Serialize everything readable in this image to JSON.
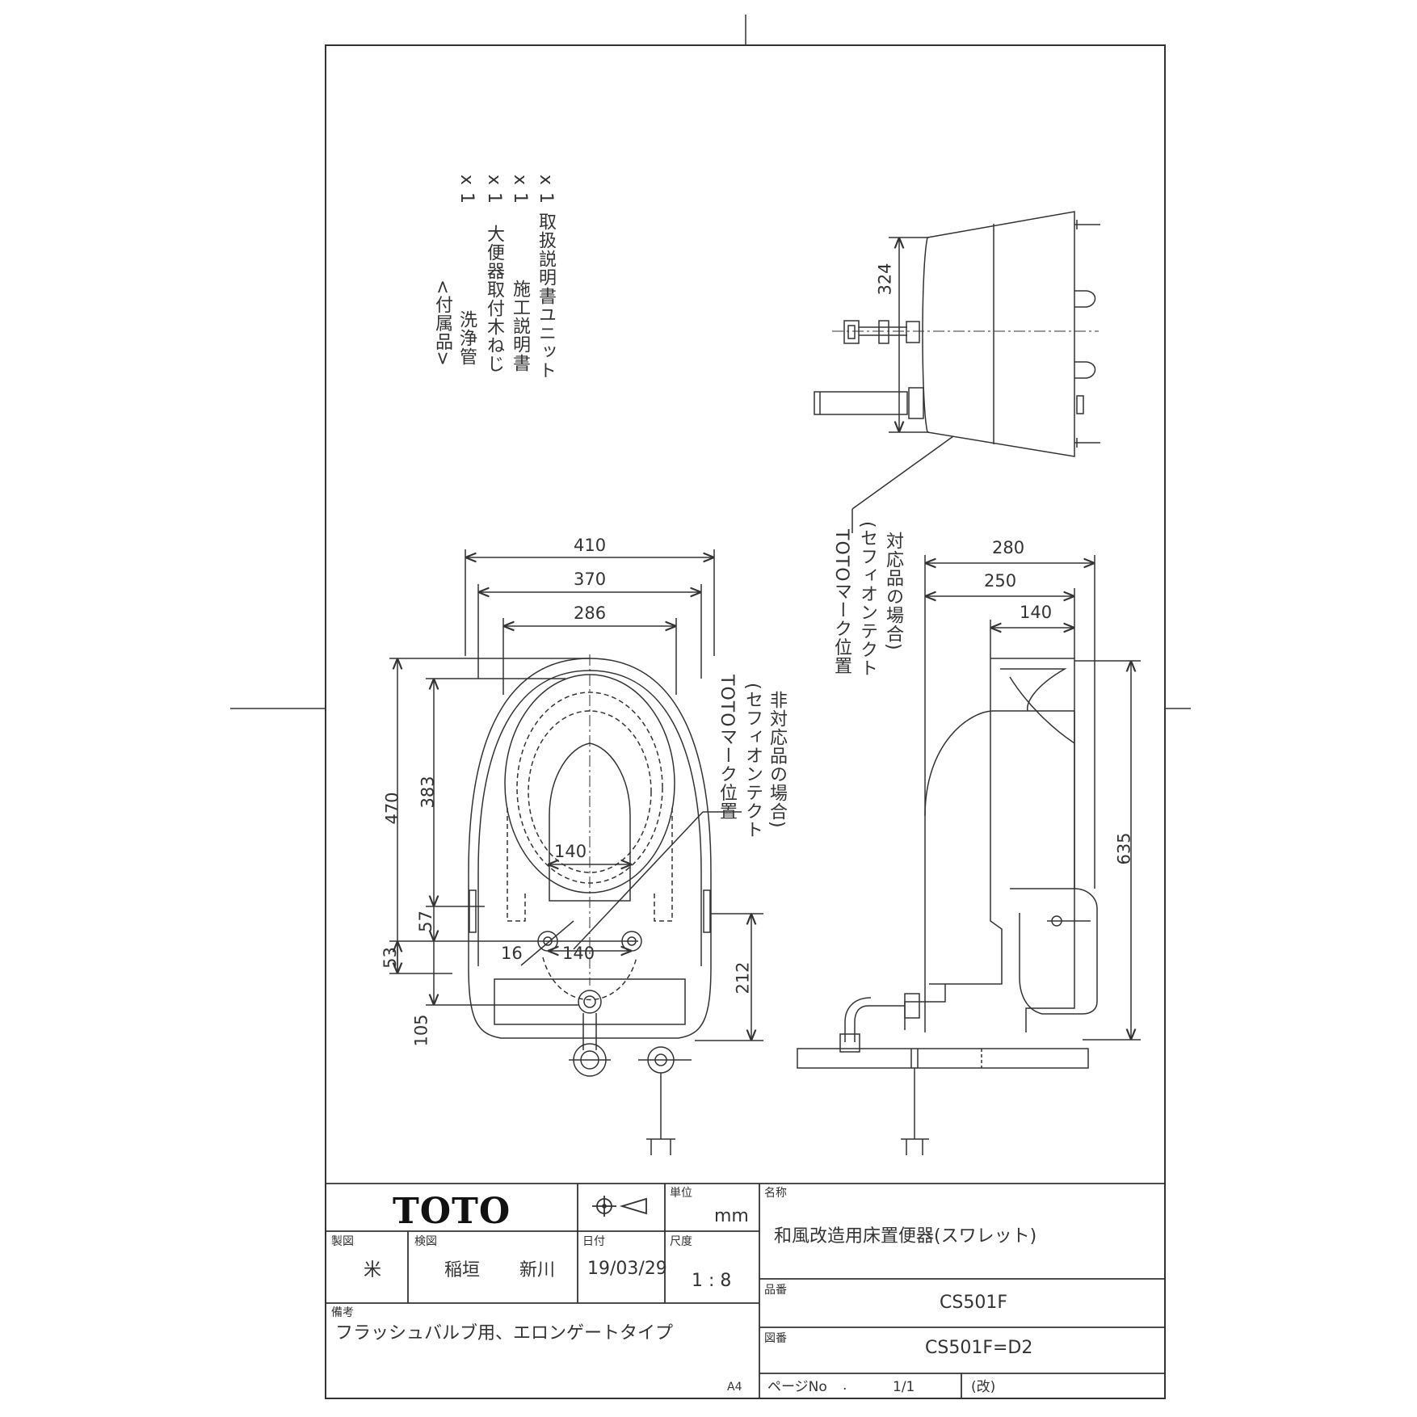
{
  "accessories": {
    "header": "<付属品>",
    "items": [
      {
        "name": "洗浄管",
        "qty": "x 1"
      },
      {
        "name": "大便器取付木ねじ",
        "qty": "x 1"
      },
      {
        "name": "施工説明書",
        "qty": "x 1"
      },
      {
        "name": "取扱説明書ユニット",
        "qty": "x 1"
      }
    ]
  },
  "front_view": {
    "dims": {
      "w410": "410",
      "w370": "370",
      "w286": "286",
      "w140_inner": "140",
      "h470": "470",
      "h383": "383",
      "h57": "57",
      "h53": "53",
      "h105": "105",
      "h212": "212",
      "d16": "16",
      "w140_holes": "140"
    },
    "mark_note": {
      "line1": "TOTOマーク位置",
      "line2": "(セフィオンテクト",
      "line3": "非対応品の場合)"
    }
  },
  "side_view": {
    "dims": {
      "w280": "280",
      "w250": "250",
      "w140": "140",
      "h635": "635"
    }
  },
  "top_view": {
    "dims": {
      "h324": "324"
    },
    "mark_note": {
      "line1": "TOTOマーク位置",
      "line2": "(セフィオンテクト",
      "line3": "対応品の場合)"
    }
  },
  "title_block": {
    "logo": "TOTO",
    "unit_label": "単位",
    "unit": "mm",
    "name_label": "名称",
    "name": "和風改造用床置便器(スワレット)",
    "drafter_label": "製図",
    "drafter": "米",
    "checker_label": "検図",
    "checker1": "稲垣",
    "checker2": "新川",
    "date_label": "日付",
    "date": "19/03/29",
    "scale_label": "尺度",
    "scale": "1 : 8",
    "part_no_label": "品番",
    "part_no": "CS501F",
    "remarks_label": "備考",
    "remarks": "フラッシュバルブ用、エロンゲートタイプ",
    "drawing_no_label": "図番",
    "drawing_no": "CS501F=D2",
    "paper_size": "A4",
    "page_label": "ページNo",
    "page_dot": ".",
    "page_value": "1/1",
    "revision": "(改)"
  }
}
